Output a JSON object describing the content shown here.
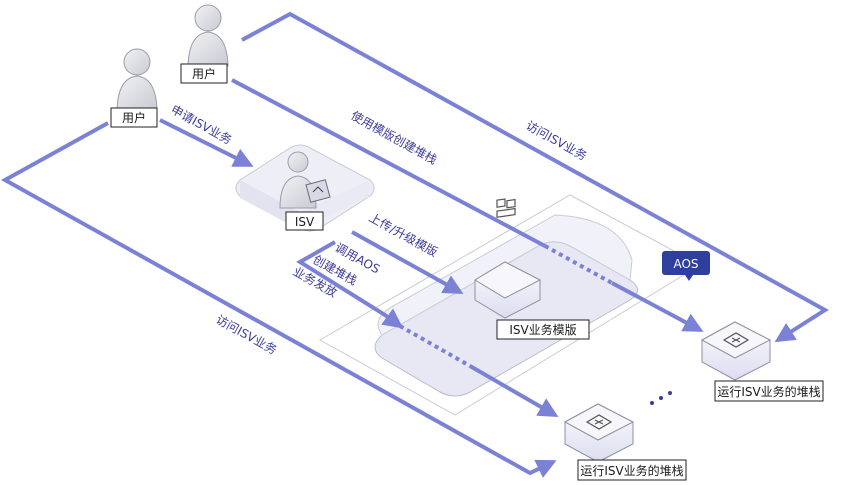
{
  "colors": {
    "flow": "#7b82d6",
    "flow_text": "#3b3b9a",
    "aos_badge": "#2f3f9e",
    "platform": "#e6e7f5",
    "tile": "#f4f5fb"
  },
  "actors": {
    "user_1": "用户",
    "user_2": "用户",
    "isv": "ISV"
  },
  "platform": {
    "badge": "AOS",
    "template": "ISV业务模版"
  },
  "stacks": {
    "stack_1": "运行ISV业务的堆栈",
    "stack_2": "运行ISV业务的堆栈"
  },
  "flows": {
    "apply": "申请ISV业务",
    "use_template": "使用模版创建堆栈",
    "access_top": "访问ISV业务",
    "access_bottom": "访问ISV业务",
    "upload_upgrade": "上传/升级模版",
    "call_aos": [
      "调用AOS",
      "创建堆栈",
      "业务发放"
    ]
  },
  "icons": {
    "user": "user-icon",
    "template": "template-icon",
    "stack": "stack-icon",
    "cert": "certificate-icon"
  }
}
